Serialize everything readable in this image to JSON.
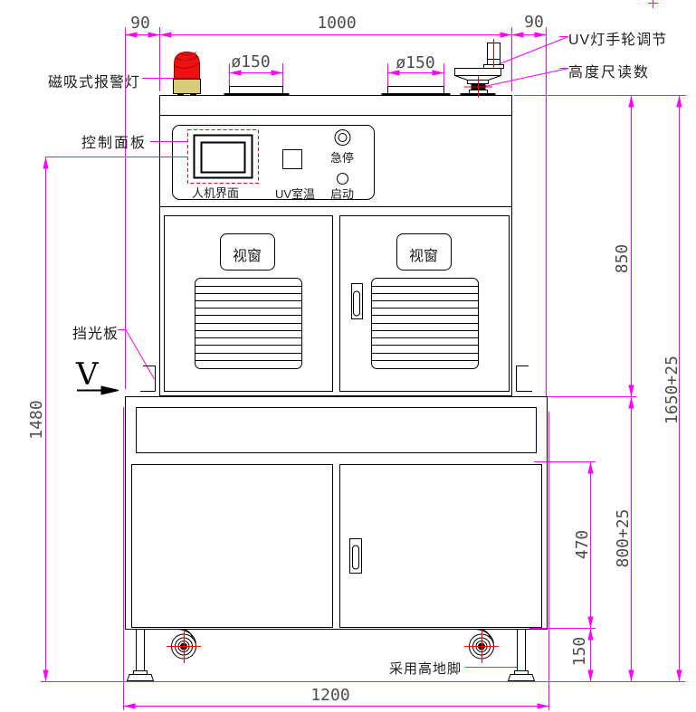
{
  "drawing": {
    "title_labels": {
      "alarm_light": "磁吸式报警灯",
      "control_panel": "控制面板",
      "light_shield": "挡光板",
      "uv_handwheel": "UV灯手轮调节",
      "height_gauge": "高度尺读数",
      "leveling_feet": "采用高地脚",
      "view_marker": "V"
    },
    "panel": {
      "hmi": "人机界面",
      "uv_temp": "UV室温",
      "estop": "急停",
      "start": "启动"
    },
    "doors": {
      "window_left": "视窗",
      "window_right": "视窗"
    },
    "dimensions": {
      "top_left_90": "90",
      "top_1000": "1000",
      "top_right_90": "90",
      "dia_left": "ø150",
      "dia_right": "ø150",
      "left_1480": "1480",
      "right_850": "850",
      "right_1650": "1650+25",
      "right_800": "800+25",
      "right_470": "470",
      "right_150": "150",
      "bottom_1200": "1200"
    },
    "colors": {
      "dimension_line": "#ff00ff",
      "machine_line": "#000000",
      "detail_red": "#ff0000",
      "alarm_dome": "#ee1111",
      "alarm_base": "#d9cc78",
      "dim_text": "#4d4d4d"
    }
  }
}
